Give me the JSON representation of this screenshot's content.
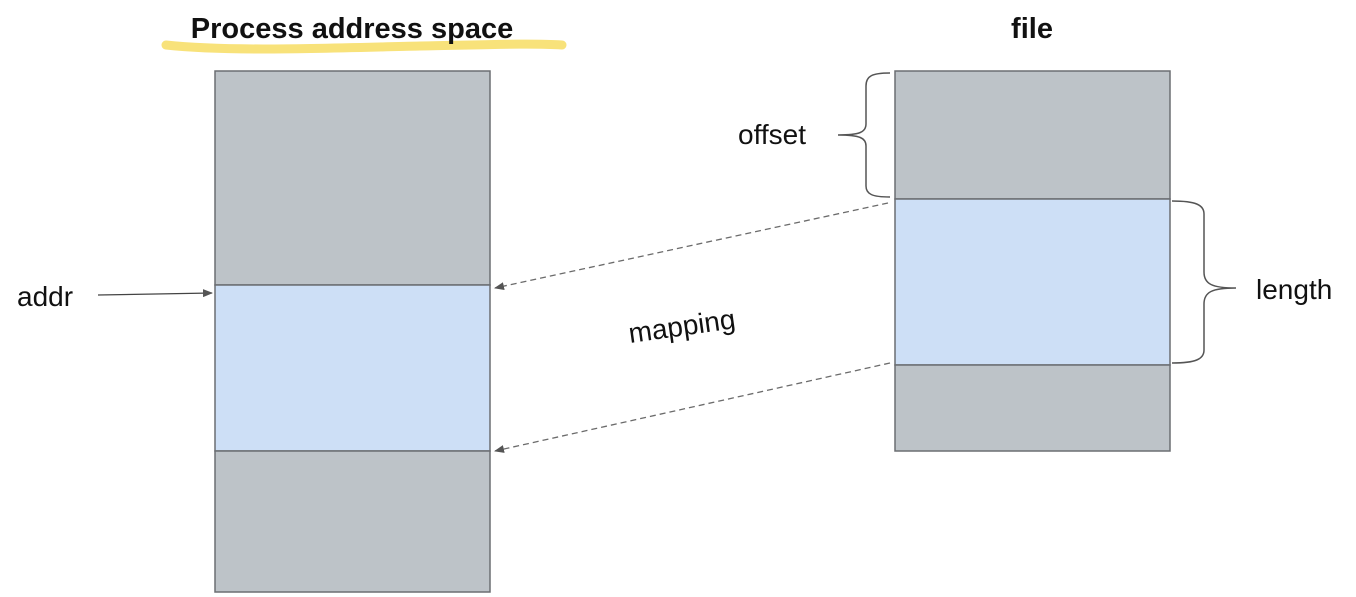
{
  "titles": {
    "process": "Process address space",
    "file": "file"
  },
  "labels": {
    "addr": "addr",
    "offset": "offset",
    "length": "length",
    "mapping": "mapping"
  },
  "colors": {
    "unmapped": "#bdc3c8",
    "mapped": "#cddff6",
    "highlight": "#f8e27a"
  }
}
